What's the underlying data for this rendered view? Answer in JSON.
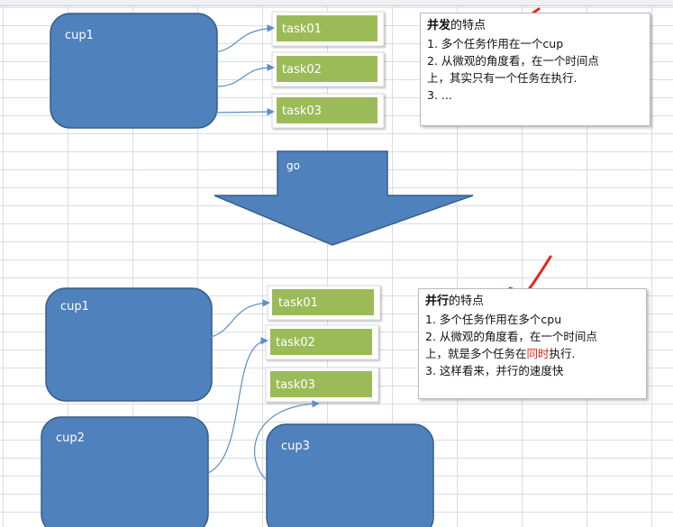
{
  "top": {
    "cpus": [
      {
        "label": "cup1"
      }
    ],
    "tasks": [
      {
        "label": "task01"
      },
      {
        "label": "task02"
      },
      {
        "label": "task03"
      }
    ],
    "note": {
      "title_bold": "并发",
      "title_rest": "的特点",
      "lines": [
        "1. 多个任务作用在一个cup",
        "2. 从微观的角度看，在一个时间点",
        "上，其实只有一个任务在执行.",
        "3. ..."
      ]
    }
  },
  "arrow": {
    "label": "go"
  },
  "bottom": {
    "cpus": [
      {
        "label": "cup1"
      },
      {
        "label": "cup2"
      },
      {
        "label": "cup3"
      }
    ],
    "tasks": [
      {
        "label": "task01"
      },
      {
        "label": "task02"
      },
      {
        "label": "task03"
      }
    ],
    "note": {
      "title_bold": "并行",
      "title_rest": "的特点",
      "line1": "1. 多个任务作用在多个cpu",
      "line2": "2. 从微观的角度看，在一个时间点",
      "line3_pre": "上，就是多个任务在",
      "line3_hl": "同时",
      "line3_post": "执行.",
      "line4": "3. 这样看来，并行的速度快"
    }
  },
  "colors": {
    "cpu_fill": "#4f81bd",
    "cpu_stroke": "#385d8a",
    "task_fill": "#9bbb59",
    "connector": "#5b8fc7",
    "checkmark": "#e8231b",
    "highlight": "#e8231b"
  }
}
